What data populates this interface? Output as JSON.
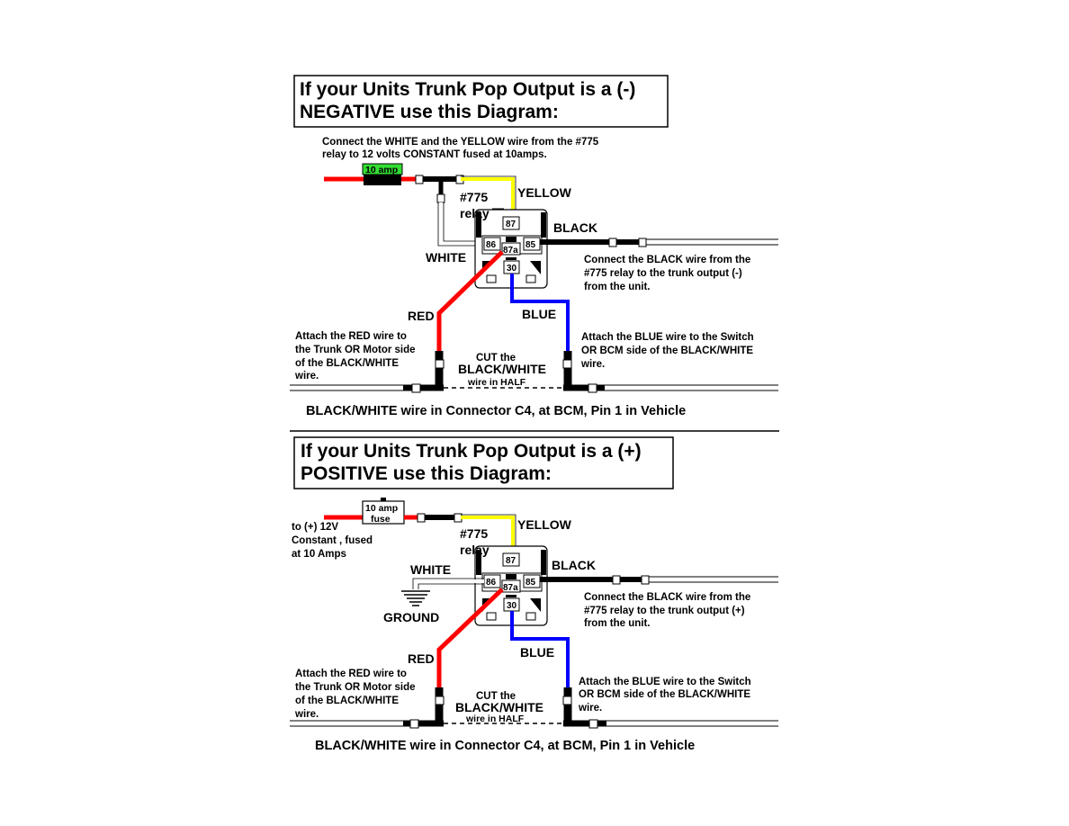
{
  "top": {
    "title_line1": "If your Units Trunk Pop Output is a (-)",
    "title_line2": "NEGATIVE use this Diagram:",
    "instruction_line1": "Connect the WHITE and the YELLOW wire from the #775",
    "instruction_line2": "relay to 12 volts CONSTANT fused at 10amps.",
    "fuse_label": "10 amp",
    "relay_number": "#775",
    "relay_word": "relay",
    "pin_87": "87",
    "pin_86": "86",
    "pin_87a": "87a",
    "pin_85": "85",
    "pin_30": "30",
    "label_yellow": "YELLOW",
    "label_black": "BLACK",
    "label_white": "WHITE",
    "label_red": "RED",
    "label_blue": "BLUE",
    "black_note_line1": "Connect the BLACK wire from the",
    "black_note_line2": "#775 relay to the trunk output (-)",
    "black_note_line3": "from the unit.",
    "red_note_line1": "Attach the RED wire to",
    "red_note_line2": "the Trunk OR Motor side",
    "red_note_line3": "of the BLACK/WHITE",
    "red_note_line4": "wire.",
    "blue_note_line1": "Attach the BLUE wire to the Switch",
    "blue_note_line2": "OR BCM side of the BLACK/WHITE",
    "blue_note_line3": "wire.",
    "cut_line1": "CUT the",
    "cut_line2": "BLACK/WHITE",
    "cut_line3": "wire in HALF",
    "footer": "BLACK/WHITE wire in Connector C4, at BCM, Pin 1 in Vehicle"
  },
  "bottom": {
    "title_line1": "If your Units Trunk Pop Output is a (+)",
    "title_line2": "POSITIVE use this Diagram:",
    "fuse_line1": "10 amp",
    "fuse_line2": "fuse",
    "power_note_line1": "to (+) 12V",
    "power_note_line2": "Constant , fused",
    "power_note_line3": "at 10 Amps",
    "relay_number": "#775",
    "relay_word": "relay",
    "pin_87": "87",
    "pin_86": "86",
    "pin_87a": "87a",
    "pin_85": "85",
    "pin_30": "30",
    "label_yellow": "YELLOW",
    "label_black": "BLACK",
    "label_white": "WHITE",
    "label_ground": "GROUND",
    "label_red": "RED",
    "label_blue": "BLUE",
    "black_note_line1": "Connect the BLACK wire from the",
    "black_note_line2": "#775 relay to the trunk output (+)",
    "black_note_line3": "from the unit.",
    "red_note_line1": "Attach the RED wire to",
    "red_note_line2": "the Trunk OR Motor side",
    "red_note_line3": "of the BLACK/WHITE",
    "red_note_line4": "wire.",
    "blue_note_line1": "Attach the BLUE wire to the Switch",
    "blue_note_line2": "OR BCM side of the BLACK/WHITE",
    "blue_note_line3": "wire.",
    "cut_line1": "CUT the",
    "cut_line2": "BLACK/WHITE",
    "cut_line3": "wire in HALF",
    "footer": "BLACK/WHITE wire in Connector C4, at BCM, Pin 1 in Vehicle"
  },
  "colors": {
    "red_wire": "#ff0000",
    "yellow_wire": "#ffff00",
    "blue_wire": "#0000ff",
    "black_wire": "#000000",
    "fuse_green": "#33dd33"
  }
}
